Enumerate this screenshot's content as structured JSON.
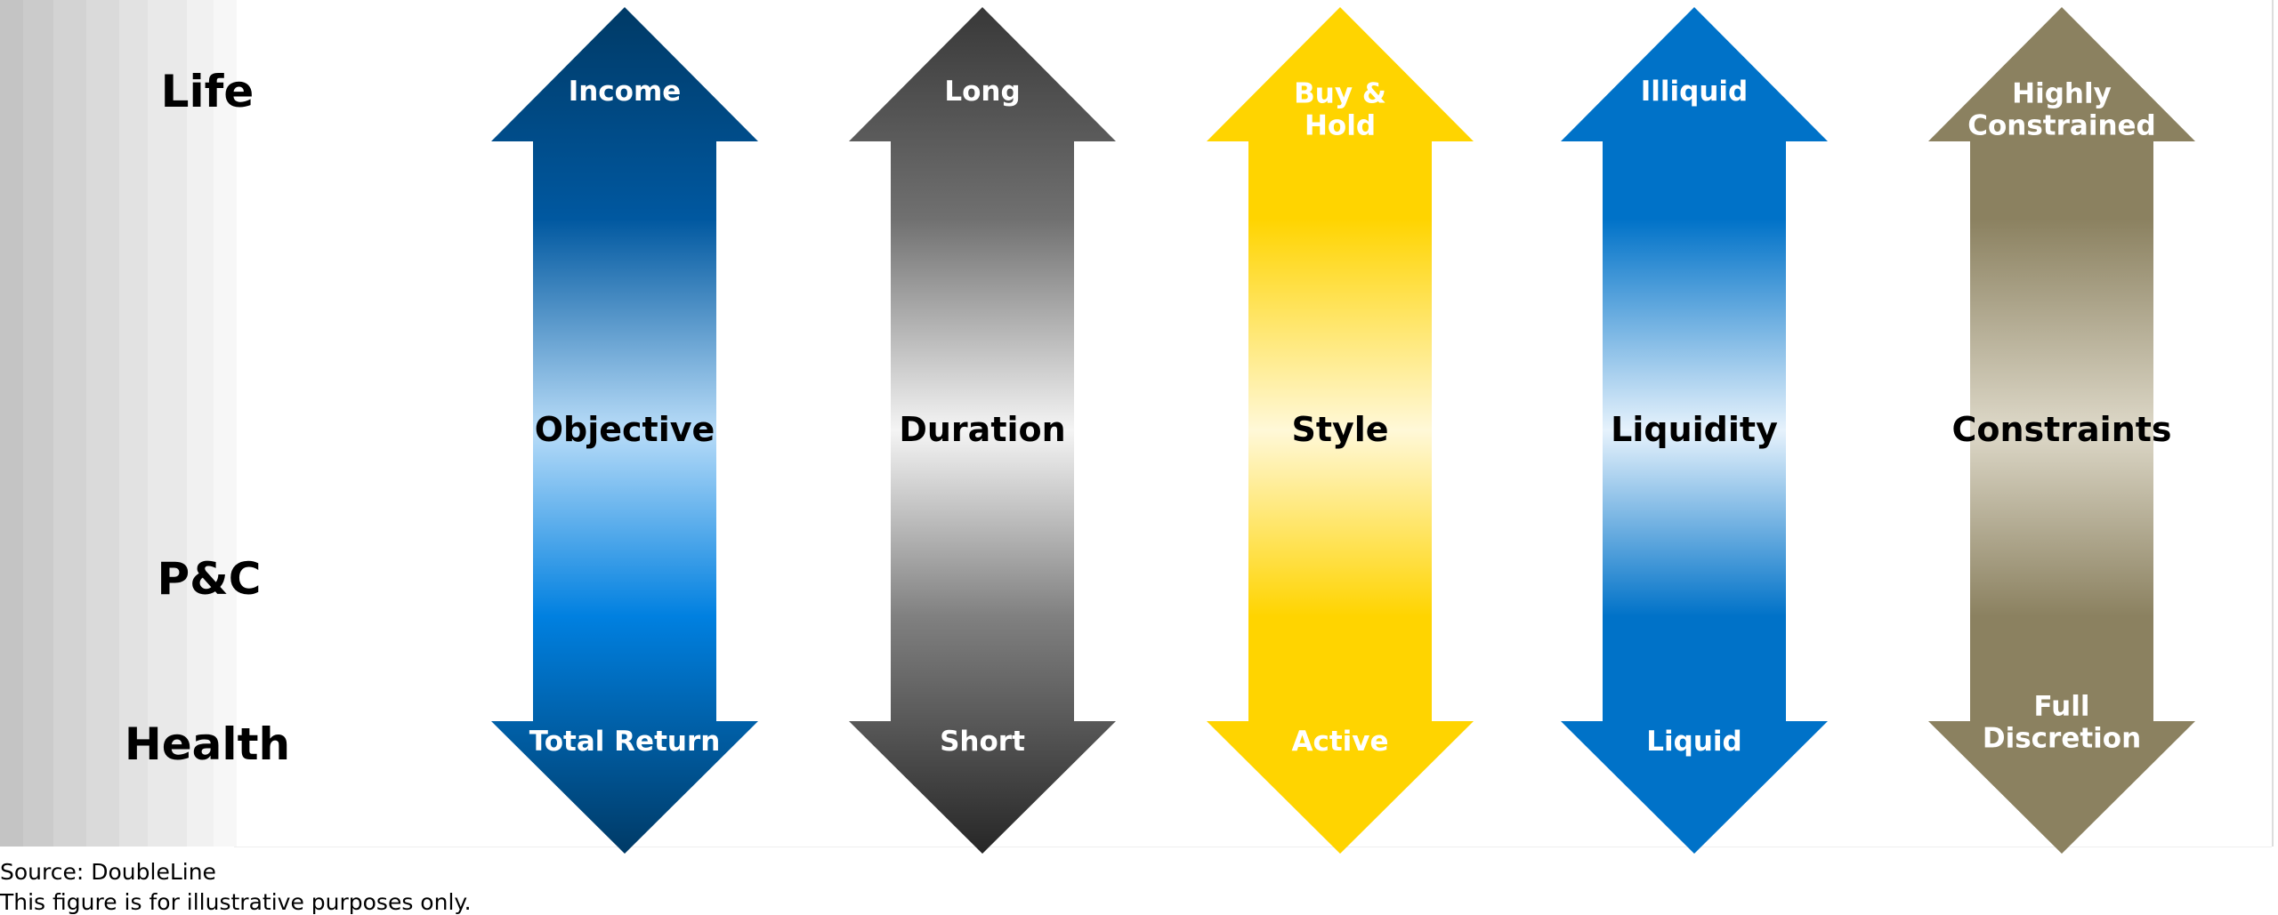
{
  "segments": [
    {
      "label": "Life"
    },
    {
      "label": "P&C"
    },
    {
      "label": "Health"
    }
  ],
  "arrows": [
    {
      "name": "objective",
      "label": "Objective",
      "top": "Income",
      "bottom": "Total Return",
      "colors": [
        "#003a66",
        "#0058a0",
        "#b8dcf8",
        "#0080e0",
        "#003a66"
      ]
    },
    {
      "name": "duration",
      "label": "Duration",
      "top": "Long",
      "bottom": "Short",
      "colors": [
        "#383838",
        "#707070",
        "#f4f4f4",
        "#808080",
        "#262626"
      ]
    },
    {
      "name": "style",
      "label": "Style",
      "top": "Buy &\nHold",
      "bottom": "Active",
      "colors": [
        "#ffd400",
        "#ffd400",
        "#fff8d8",
        "#ffd400",
        "#ffd400"
      ]
    },
    {
      "name": "liquidity",
      "label": "Liquidity",
      "top": "Illiquid",
      "bottom": "Liquid",
      "colors": [
        "#0072c8",
        "#0072c8",
        "#e6f2fc",
        "#0072c8",
        "#0072c8"
      ]
    },
    {
      "name": "constraints",
      "label": "Constraints",
      "top": "Highly\nConstrained",
      "bottom": "Full\nDiscretion",
      "colors": [
        "#8b8160",
        "#8b8160",
        "#ddd8c8",
        "#8b8160",
        "#8b8160"
      ]
    }
  ],
  "footer": {
    "source": "Source: DoubleLine",
    "disclaimer": "This figure is for illustrative purposes only."
  }
}
